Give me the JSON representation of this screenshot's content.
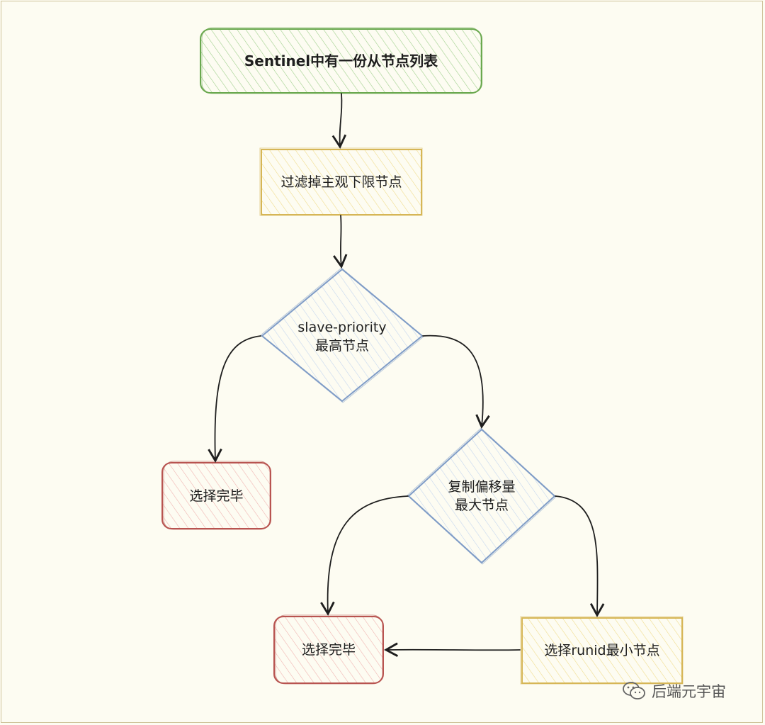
{
  "nodes": {
    "start": {
      "text": "Sentinel中有一份从节点列表",
      "color": "#6aa84f",
      "fill": "#d9ead3"
    },
    "filter": {
      "text": "过滤掉主观下限节点",
      "color": "#d6b656",
      "fill": "#fff2cc"
    },
    "priority": {
      "line1": "slave-priority",
      "line2": "最高节点",
      "color": "#7f9cc7",
      "fill": "#dae8fc"
    },
    "done_left": {
      "text": "选择完毕",
      "color": "#b85450",
      "fill": "#f8cecc"
    },
    "offset": {
      "line1": "复制偏移量",
      "line2": "最大节点",
      "color": "#7f9cc7",
      "fill": "#dae8fc"
    },
    "done_bottom": {
      "text": "选择完毕",
      "color": "#b85450",
      "fill": "#f8cecc"
    },
    "runid": {
      "text": "选择runid最小节点",
      "color": "#d6b656",
      "fill": "#fff2cc"
    }
  },
  "watermark": {
    "text": "后端元宇宙",
    "icon": "wechat-icon"
  }
}
